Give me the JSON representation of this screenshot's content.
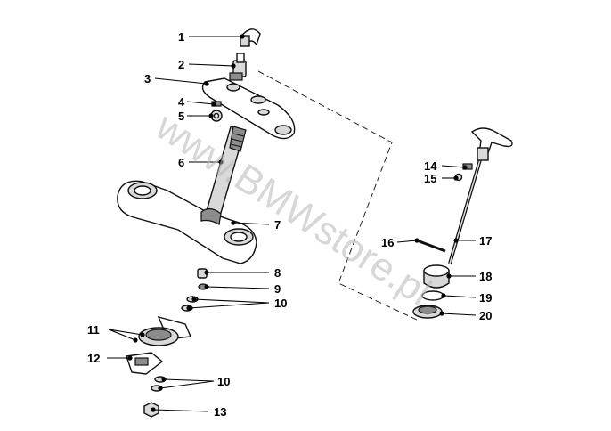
{
  "watermark": "www.BMWstore.pl",
  "callouts": [
    {
      "id": "c1",
      "label": "1"
    },
    {
      "id": "c2",
      "label": "2"
    },
    {
      "id": "c3",
      "label": "3"
    },
    {
      "id": "c4",
      "label": "4"
    },
    {
      "id": "c5",
      "label": "5"
    },
    {
      "id": "c6",
      "label": "6"
    },
    {
      "id": "c7",
      "label": "7"
    },
    {
      "id": "c8",
      "label": "8"
    },
    {
      "id": "c9",
      "label": "9"
    },
    {
      "id": "c10a",
      "label": "10"
    },
    {
      "id": "c11",
      "label": "11"
    },
    {
      "id": "c12",
      "label": "12"
    },
    {
      "id": "c10b",
      "label": "10"
    },
    {
      "id": "c13",
      "label": "13"
    },
    {
      "id": "c14",
      "label": "14"
    },
    {
      "id": "c15",
      "label": "15"
    },
    {
      "id": "c16",
      "label": "16"
    },
    {
      "id": "c17",
      "label": "17"
    },
    {
      "id": "c18",
      "label": "18"
    },
    {
      "id": "c19",
      "label": "19"
    },
    {
      "id": "c20",
      "label": "20"
    }
  ]
}
